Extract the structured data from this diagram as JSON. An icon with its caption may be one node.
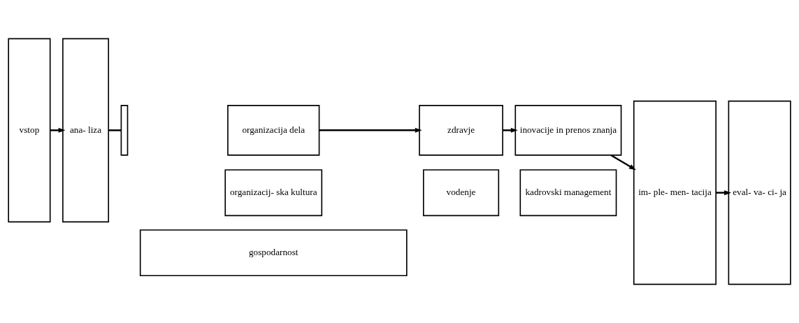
{
  "diagram": {
    "nodes": [
      {
        "text": [
          "vstop"
        ]
      },
      {
        "text": [
          "ana- liza"
        ]
      },
      {
        "text": [
          "organizacij- ska kultura"
        ]
      },
      {
        "text": [
          "vodenje"
        ]
      },
      {
        "text": [
          "kadrovski management"
        ]
      },
      {
        "text": [],
        "shape": "box"
      },
      {
        "text": [
          "organizacija dela"
        ]
      },
      {
        "text": [
          "zdravje"
        ]
      },
      {
        "text": [
          "inovacije in prenos znanja"
        ]
      },
      {
        "text": [
          "im- ple- men- tacija"
        ]
      },
      {
        "text": [
          "eval- va- ci- ja"
        ]
      },
      {
        "text": [
          "gospodarnost"
        ]
      }
    ],
    "edges": [
      {
        "from": 0,
        "to": 1,
        "arrow": "to"
      },
      {
        "from": 1,
        "to": 5,
        "arrow": "none"
      },
      {
        "from": 6,
        "to": 7,
        "arrow": "to"
      },
      {
        "from": 7,
        "to": 8,
        "arrow": "to"
      },
      {
        "from": 8,
        "to": 9,
        "arrow": "to"
      },
      {
        "from": 9,
        "to": 10,
        "arrow": "to"
      }
    ]
  }
}
